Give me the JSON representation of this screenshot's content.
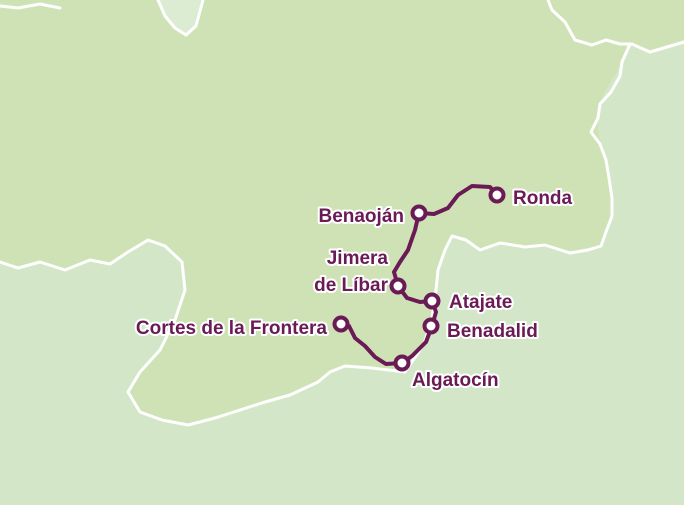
{
  "colors": {
    "background": "#ffffff",
    "region_light": "#d3e7c8",
    "region_main": "#cfe2b6",
    "region_pale": "#dcecd2",
    "border": "#ffffff",
    "route": "#6a1a55",
    "station_fill": "#ffffff",
    "label": "#6a1a55"
  },
  "stations": [
    {
      "id": "ronda",
      "name": "Ronda"
    },
    {
      "id": "benaojan",
      "name": "Benaoján"
    },
    {
      "id": "jimera",
      "name_line1": "Jimera",
      "name_line2": "de Líbar"
    },
    {
      "id": "atajate",
      "name": "Atajate"
    },
    {
      "id": "benadalid",
      "name": "Benadalid"
    },
    {
      "id": "algatocin",
      "name": "Algatocín"
    },
    {
      "id": "cortes",
      "name": "Cortes de la Frontera"
    }
  ]
}
